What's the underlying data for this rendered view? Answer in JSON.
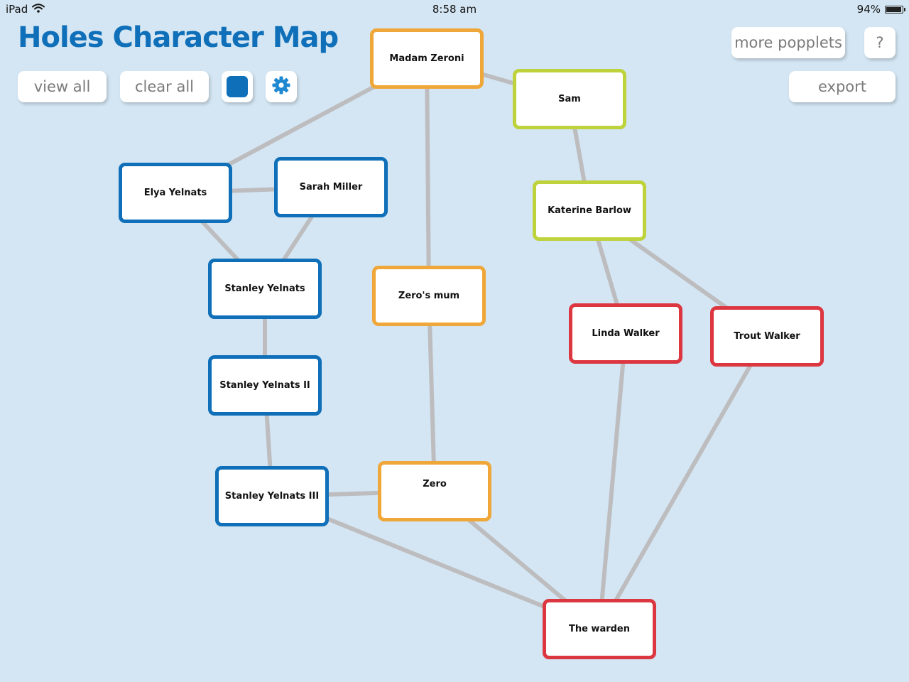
{
  "status_bar": {
    "device": "iPad",
    "time": "8:58 am",
    "battery": "94%",
    "battery_level": 0.94
  },
  "app": {
    "title": "Holes Character Map"
  },
  "toolbar": {
    "view_all": "view all",
    "clear_all": "clear all",
    "more_popplets": "more popplets",
    "help": "?",
    "export": "export",
    "selected_color": "#0f6fb8"
  },
  "colors": {
    "blue": "#0f6fb8",
    "orange": "#f0a73a",
    "green": "#bdd23b",
    "red": "#dc3740",
    "connector": "#bdbdbf",
    "background": "#d4e6f3"
  },
  "nodes": {
    "madam_zeroni": {
      "label": "Madam Zeroni",
      "color": "orange"
    },
    "sam": {
      "label": "Sam",
      "color": "green"
    },
    "elya_yelnats": {
      "label": "Elya Yelnats",
      "color": "blue"
    },
    "sarah_miller": {
      "label": "Sarah Miller",
      "color": "blue"
    },
    "katerine_barlow": {
      "label": "Katerine Barlow",
      "color": "green"
    },
    "stanley_yelnats": {
      "label": "Stanley Yelnats",
      "color": "blue"
    },
    "zeros_mum": {
      "label": "Zero's mum",
      "color": "orange"
    },
    "linda_walker": {
      "label": "Linda Walker",
      "color": "red"
    },
    "trout_walker": {
      "label": "Trout Walker",
      "color": "red"
    },
    "stanley_yelnats_ii": {
      "label": "Stanley Yelnats II",
      "color": "blue"
    },
    "stanley_yelnats_iii": {
      "label": "Stanley Yelnats III",
      "color": "blue"
    },
    "zero": {
      "label": "Zero",
      "color": "orange"
    },
    "the_warden": {
      "label": "The warden",
      "color": "red"
    }
  },
  "connections": [
    [
      "madam_zeroni",
      "sam"
    ],
    [
      "madam_zeroni",
      "elya_yelnats"
    ],
    [
      "madam_zeroni",
      "zeros_mum"
    ],
    [
      "sam",
      "katerine_barlow"
    ],
    [
      "elya_yelnats",
      "sarah_miller"
    ],
    [
      "elya_yelnats",
      "stanley_yelnats"
    ],
    [
      "sarah_miller",
      "stanley_yelnats"
    ],
    [
      "stanley_yelnats",
      "stanley_yelnats_ii"
    ],
    [
      "stanley_yelnats_ii",
      "stanley_yelnats_iii"
    ],
    [
      "stanley_yelnats_iii",
      "zero"
    ],
    [
      "stanley_yelnats_iii",
      "the_warden"
    ],
    [
      "zeros_mum",
      "zero"
    ],
    [
      "zero",
      "the_warden"
    ],
    [
      "katerine_barlow",
      "linda_walker"
    ],
    [
      "katerine_barlow",
      "trout_walker"
    ],
    [
      "linda_walker",
      "the_warden"
    ],
    [
      "trout_walker",
      "the_warden"
    ]
  ]
}
